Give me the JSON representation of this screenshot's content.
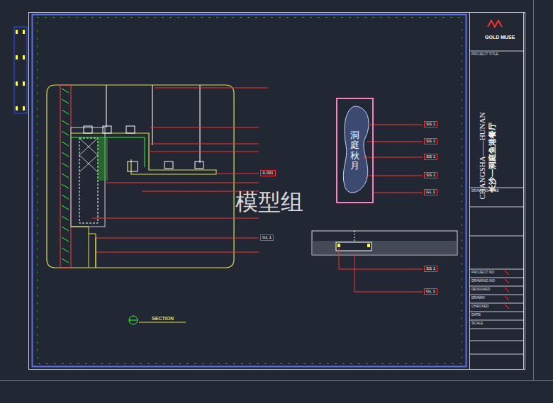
{
  "diagram": {
    "nodes": [
      {
        "text": [
          "洞庭秋月"
        ]
      }
    ],
    "labels": [
      "CHANGSHA——HUNAN",
      "长沙—洞庭鱼港餐厅",
      "模型组",
      "SECTION",
      "SS 1",
      "SS 1",
      "SS 1",
      "SS 1",
      "GL 1",
      "SS 1",
      "GL 1",
      "A.001",
      "GL 1",
      "PROJECT TITLE",
      "DRAWING TITLE",
      "PROJECT NO",
      "DRAWING NO",
      "DESIGNED",
      "DRAWN",
      "CHECKED",
      "DATE",
      "SCALE",
      "GOLD MUSE"
    ]
  }
}
